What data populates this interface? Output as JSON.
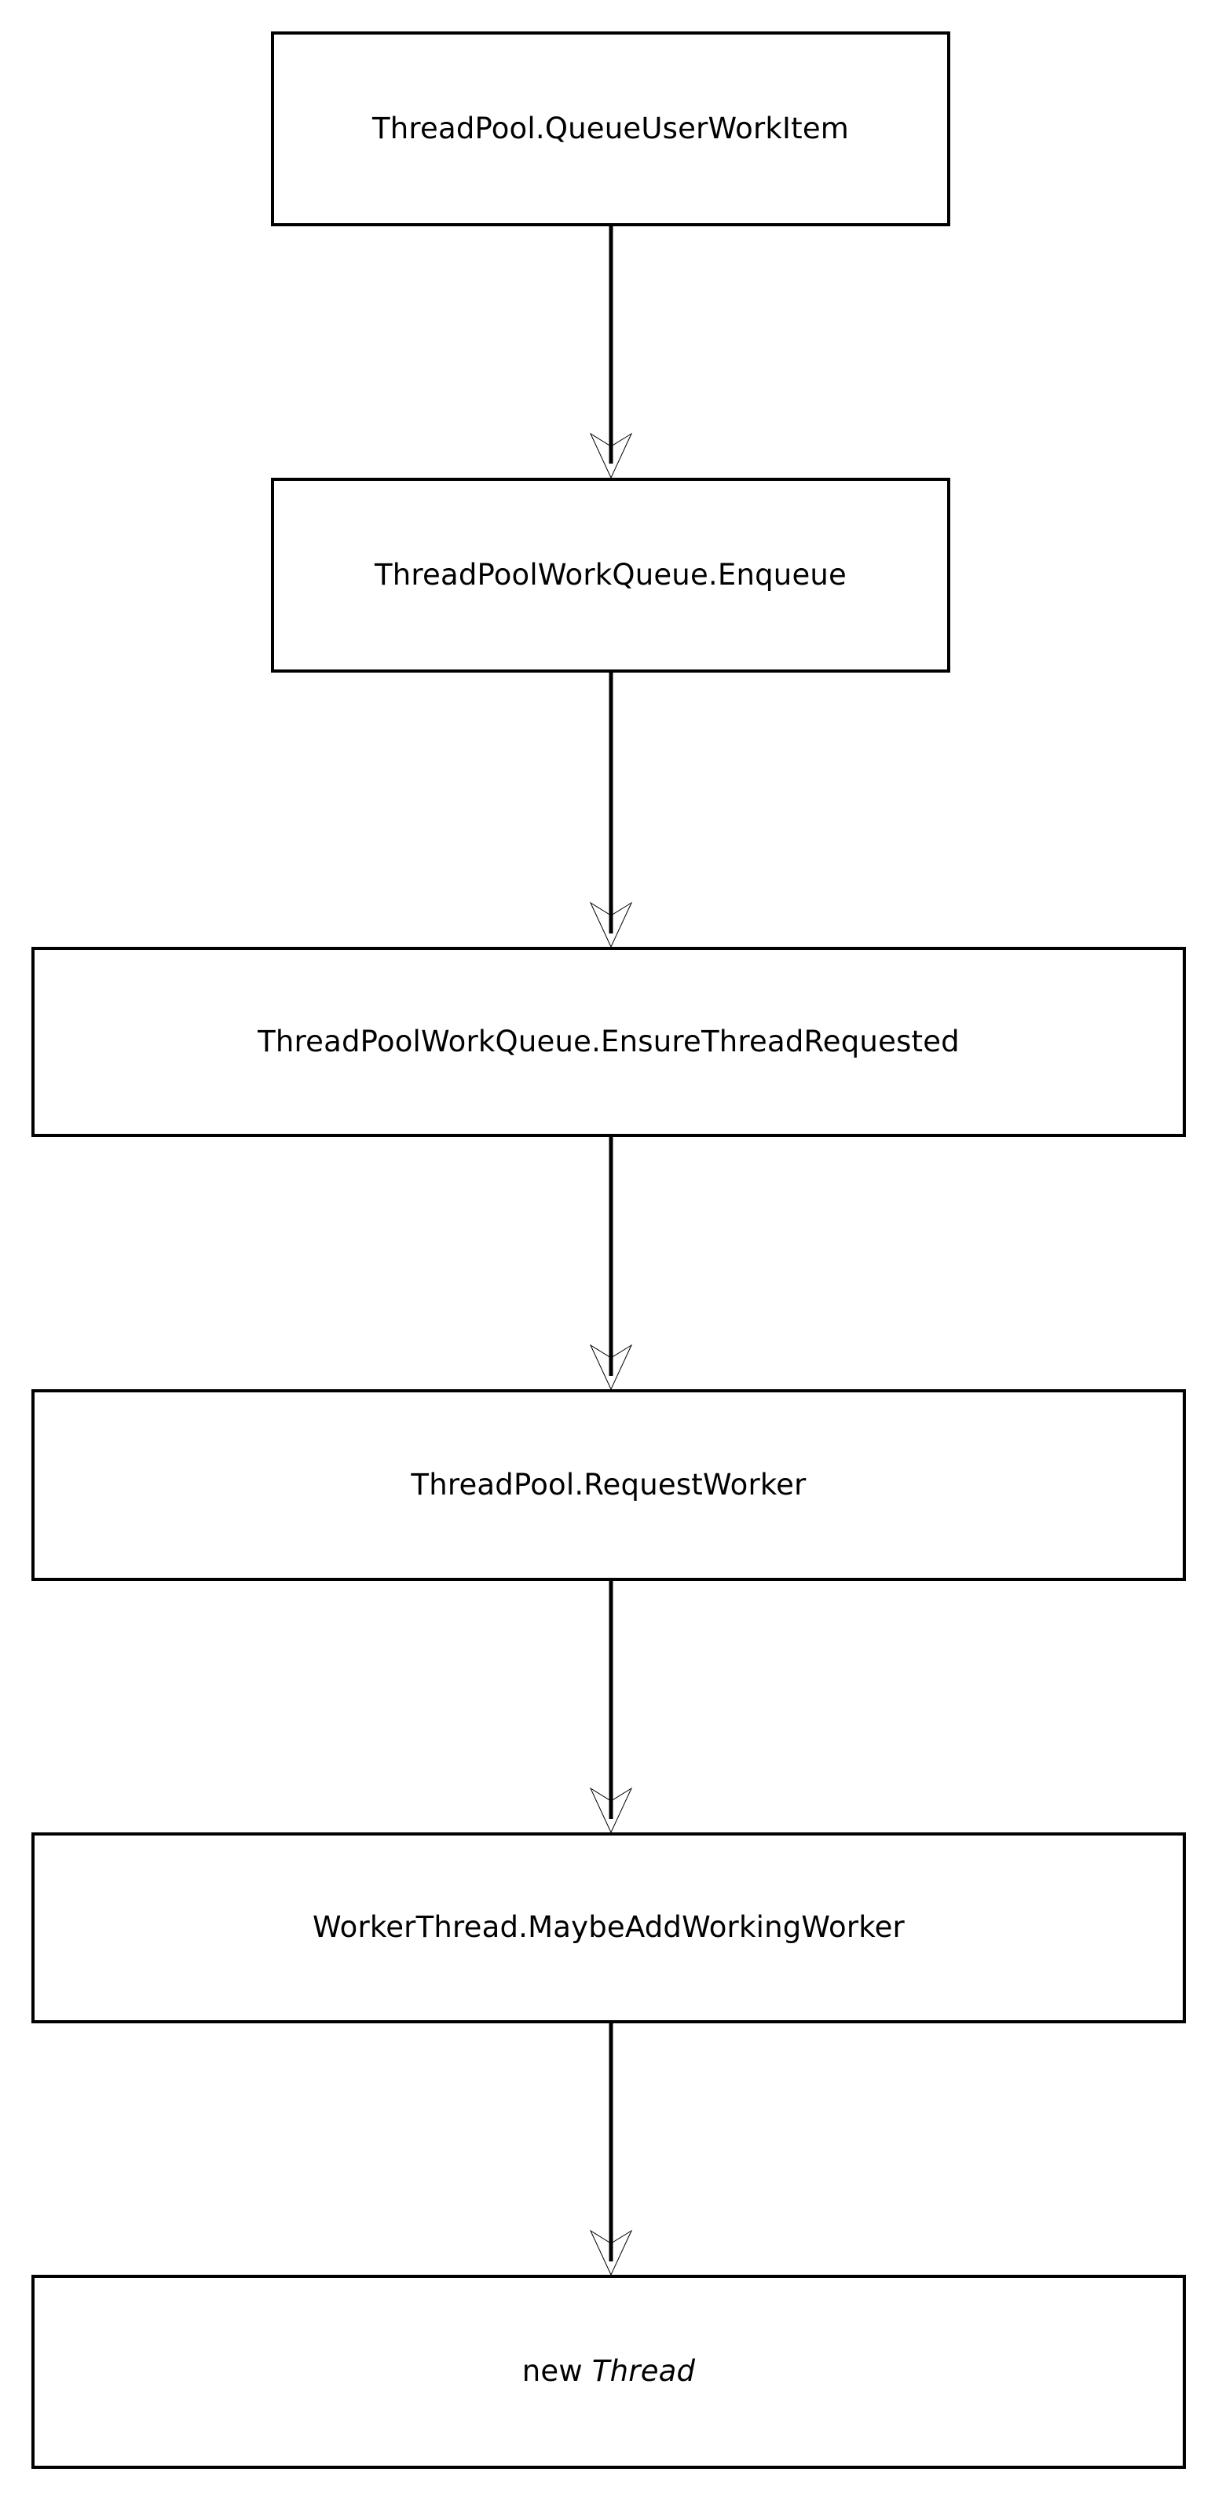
{
  "diagram": {
    "type": "flowchart",
    "orientation": "top-to-bottom",
    "background_color": "#ffffff",
    "stroke_color": "#000000",
    "text_color": "#000000",
    "nodes": [
      {
        "id": "queue-user-work-item",
        "label": "ThreadPool.QueueUserWorkItem",
        "shape": "rectangle"
      },
      {
        "id": "enqueue",
        "label": "ThreadPoolWorkQueue.Enqueue",
        "shape": "rectangle"
      },
      {
        "id": "ensure-thread-requested",
        "label": "ThreadPoolWorkQueue.EnsureThreadRequested",
        "shape": "rectangle"
      },
      {
        "id": "request-worker",
        "label": "ThreadPool.RequestWorker",
        "shape": "rectangle"
      },
      {
        "id": "maybe-add-working-worker",
        "label": "WorkerThread.MaybeAddWorkingWorker",
        "shape": "rectangle"
      },
      {
        "id": "new-thread",
        "label": "new Thread",
        "label_prefix": "new ",
        "label_emphasis": "Thread",
        "shape": "rectangle"
      }
    ],
    "edges": [
      {
        "id": "edge-1",
        "from": "queue-user-work-item",
        "to": "enqueue",
        "arrow": "arrow-down-icon"
      },
      {
        "id": "edge-2",
        "from": "enqueue",
        "to": "ensure-thread-requested",
        "arrow": "arrow-down-icon"
      },
      {
        "id": "edge-3",
        "from": "ensure-thread-requested",
        "to": "request-worker",
        "arrow": "arrow-down-icon"
      },
      {
        "id": "edge-4",
        "from": "request-worker",
        "to": "maybe-add-working-worker",
        "arrow": "arrow-down-icon"
      },
      {
        "id": "edge-5",
        "from": "maybe-add-working-worker",
        "to": "new-thread",
        "arrow": "arrow-down-icon"
      }
    ]
  }
}
